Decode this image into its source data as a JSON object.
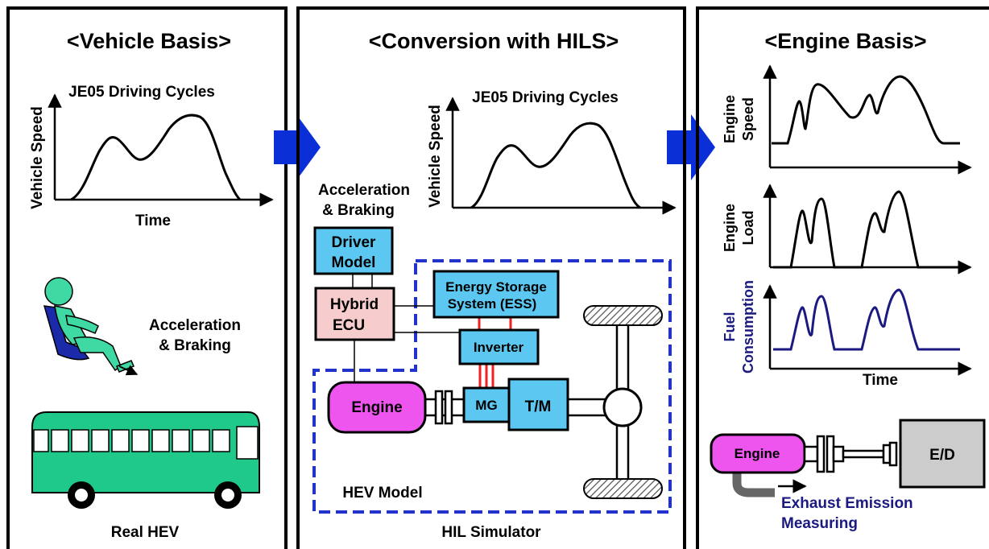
{
  "colors": {
    "arrow_blue": "#0a2fd6",
    "box_cyan": "#5cc8f2",
    "box_pink": "#f6cccc",
    "engine_magenta": "#ee55ee",
    "bus_green": "#1ec98a",
    "dash_blue": "#2233cc",
    "navy_text": "#1a1a80",
    "red_lines": "#ee2222"
  },
  "panels": {
    "vehicle": {
      "title": "<Vehicle Basis>",
      "chart_title": "JE05 Driving Cycles",
      "ylabel": "Vehicle Speed",
      "xlabel": "Time",
      "driver_label": [
        "Acceleration",
        "& Braking"
      ],
      "bus_label": "Real HEV"
    },
    "hils": {
      "title": "<Conversion with HILS>",
      "chart_title": "JE05 Driving Cycles",
      "ylabel": "Vehicle Speed",
      "input_label": [
        "Acceleration",
        "& Braking"
      ],
      "driver_model": [
        "Driver",
        "Model"
      ],
      "hybrid_ecu": [
        "Hybrid",
        "ECU"
      ],
      "ess": [
        "Energy Storage",
        "System (ESS)"
      ],
      "inverter": "Inverter",
      "engine": "Engine",
      "mg": "MG",
      "tm": "T/M",
      "hev_model": "HEV Model",
      "footer": "HIL Simulator"
    },
    "engine": {
      "title": "<Engine Basis>",
      "speed_label": [
        "Engine",
        "Speed"
      ],
      "load_label": [
        "Engine",
        "Load"
      ],
      "fuel_label": [
        "Fuel",
        "Consumption"
      ],
      "xlabel": "Time",
      "engine": "Engine",
      "ed": "E/D",
      "exhaust": [
        "Exhaust Emission",
        "Measuring"
      ]
    }
  }
}
